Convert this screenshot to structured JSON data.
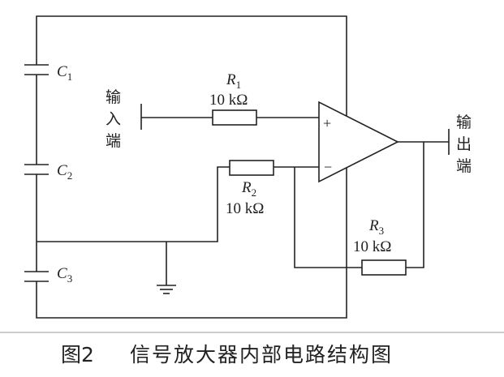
{
  "caption": {
    "figure_number": "图2",
    "title": "信号放大器内部电路结构图"
  },
  "capacitors": [
    {
      "letter": "C",
      "sub": "1"
    },
    {
      "letter": "C",
      "sub": "2"
    },
    {
      "letter": "C",
      "sub": "3"
    }
  ],
  "resistors": [
    {
      "letter": "R",
      "sub": "1",
      "value": "10 kΩ"
    },
    {
      "letter": "R",
      "sub": "2",
      "value": "10 kΩ"
    },
    {
      "letter": "R",
      "sub": "3",
      "value": "10 kΩ"
    }
  ],
  "opamp": {
    "plus": "+",
    "minus": "−"
  },
  "ports": {
    "input": [
      "输",
      "入",
      "端"
    ],
    "output": [
      "输",
      "出",
      "端"
    ]
  },
  "colors": {
    "ink": "#222222",
    "background": "#ffffff"
  }
}
